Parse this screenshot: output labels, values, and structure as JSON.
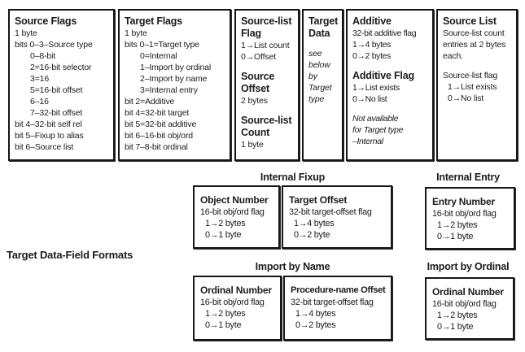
{
  "colors": {
    "ink": "#1c1c1c",
    "paper": "#ffffff"
  },
  "top_row": {
    "source_flags": {
      "title": "Source Flags",
      "lines": [
        "1 byte",
        "bits 0–3–Source type",
        "0–8-bit",
        "2=16-bit selector",
        "3=16",
        "5=16-bit offset",
        "6–16",
        "7–32-bit offset",
        "bit 4–32-bit self rel",
        "bit 5–Fixup to alias",
        "bit 6–Source list"
      ]
    },
    "target_flags": {
      "title": "Target Flags",
      "lines": [
        "1 byte",
        "bits 0–1=Target type",
        "0=Internal",
        "1–Import by ordinal",
        "2–Import by name",
        "3=Internal entry",
        "bit 2=Additive",
        "bit 4=32-bit target",
        "bit 5=32-bit additive",
        "bit 6–16-bit obj/ord",
        "bit 7–8-bit ordinal"
      ]
    },
    "source_list_flag": {
      "sections": [
        {
          "heading": "Source-list Flag",
          "lines": [
            "1→List count",
            "0→Offset"
          ]
        },
        {
          "heading": "Source Offset",
          "lines": [
            "2 bytes"
          ]
        },
        {
          "heading": "Source-list Count",
          "lines": [
            "1 byte"
          ]
        }
      ]
    },
    "target_data": {
      "title": "Target Data",
      "note": "see below by Target type"
    },
    "additive": {
      "sections": [
        {
          "heading": "Additive",
          "lines": [
            "32-bit additive flag",
            "1→4 bytes",
            "0→2 bytes"
          ]
        },
        {
          "heading": "Additive Flag",
          "lines": [
            "1→List exists",
            "0→No list"
          ]
        }
      ],
      "note_lines": [
        "Not available",
        "for Target type",
        "–Internal"
      ]
    },
    "source_list": {
      "title": "Source List",
      "intro": "Source-list count entries at 2 bytes each.",
      "sub_label": "Source-list flag",
      "sub_lines": [
        "1→List exists",
        "0→No list"
      ]
    }
  },
  "section_label": "Target Data-Field Formats",
  "groups": {
    "internal_fixup": {
      "header": "Internal Fixup",
      "boxes": [
        {
          "title": "Object Number",
          "lines": [
            "16-bit obj/ord flag",
            "1→2 bytes",
            "0→1 byte"
          ]
        },
        {
          "title": "Target Offset",
          "lines": [
            "32-bit target-offset flag",
            "1→4 bytes",
            "0→2 byte"
          ]
        }
      ]
    },
    "internal_entry": {
      "header": "Internal Entry",
      "boxes": [
        {
          "title": "Entry Number",
          "lines": [
            "16-bit obj/ord flag",
            "1→2 bytes",
            "0→1 byte"
          ]
        }
      ]
    },
    "import_by_name": {
      "header": "Import by Name",
      "boxes": [
        {
          "title": "Ordinal Number",
          "lines": [
            "16-bit obj/ord flag",
            "1→2 bytes",
            "0→1 byte"
          ]
        },
        {
          "title": "Procedure-name Offset",
          "lines": [
            "32-bit target-offset flag",
            "1→4 bytes",
            "0→2 bytes"
          ]
        }
      ]
    },
    "import_by_ordinal": {
      "header": "Import by Ordinal",
      "boxes": [
        {
          "title": "Ordinal Number",
          "lines": [
            "16-bit obj/ord flag",
            "1→2 bytes",
            "0→1 byte"
          ]
        }
      ]
    }
  }
}
